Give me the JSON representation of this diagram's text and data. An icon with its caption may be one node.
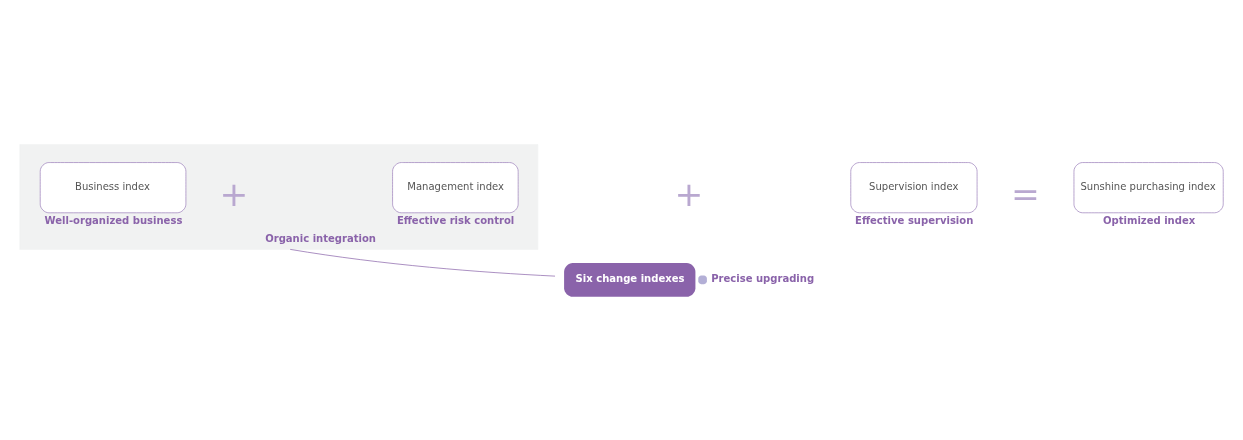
{
  "diagram": {
    "nodes": [
      {
        "text": [],
        "shape": "box"
      },
      {
        "text": [
          "Business index"
        ],
        "in": 0,
        "beside": [
          "Well-organized business"
        ]
      },
      {
        "text": [
          "Management index"
        ],
        "in": 0,
        "beside": [
          "Effective risk control"
        ]
      },
      {
        "text": [
          "Supervision index"
        ],
        "beside": [
          "Effective supervision"
        ]
      },
      {
        "text": [
          "Sunshine purchasing index"
        ],
        "beside": [
          "Optimized index"
        ]
      },
      {
        "text": [
          "Six change indexes"
        ],
        "beside": [
          "Precise upgrading"
        ]
      }
    ],
    "edges": [
      {
        "from": 0,
        "to": 5,
        "arrow": "none",
        "label": "Organic integration"
      }
    ],
    "labels": [
      "+",
      "+",
      "="
    ]
  }
}
